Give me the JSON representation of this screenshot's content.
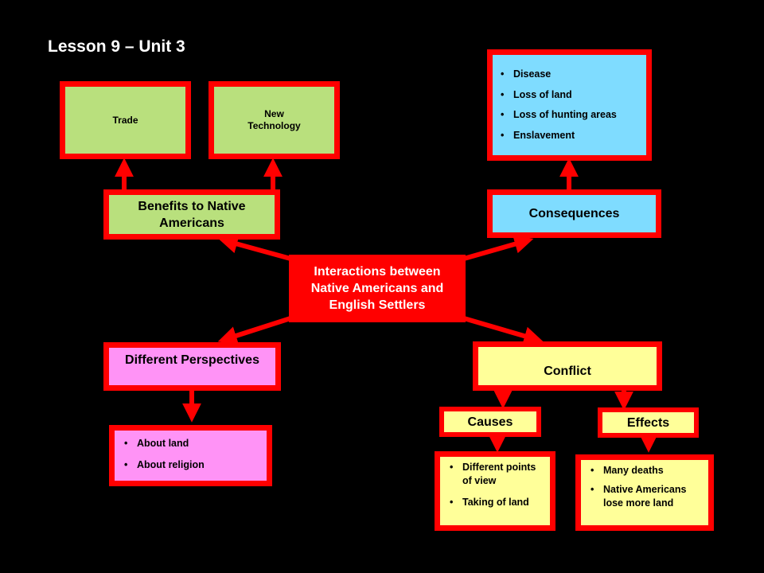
{
  "title": "Lesson 9 – Unit 3",
  "colors": {
    "background": "#000000",
    "border": "#ff0000",
    "benefits": "#b9e07d",
    "consequences": "#7fdcff",
    "perspectives": "#ff93f6",
    "conflict": "#ffff99"
  },
  "center": {
    "label": "Interactions between Native Americans and English Settlers"
  },
  "benefits": {
    "label": "Benefits to Native Americans",
    "children": [
      "Trade",
      "New\nTechnology"
    ]
  },
  "consequences": {
    "label": "Consequences",
    "items": [
      "Disease",
      "Loss of land",
      "Loss of hunting areas",
      "Enslavement"
    ]
  },
  "perspectives": {
    "label": "Different Perspectives",
    "items": [
      "About land",
      "About religion"
    ]
  },
  "conflict": {
    "label": "Conflict",
    "causes": {
      "label": "Causes",
      "items": [
        "Different points of view",
        "Taking of land"
      ]
    },
    "effects": {
      "label": "Effects",
      "items": [
        "Many deaths",
        "Native Americans lose more land"
      ]
    }
  }
}
